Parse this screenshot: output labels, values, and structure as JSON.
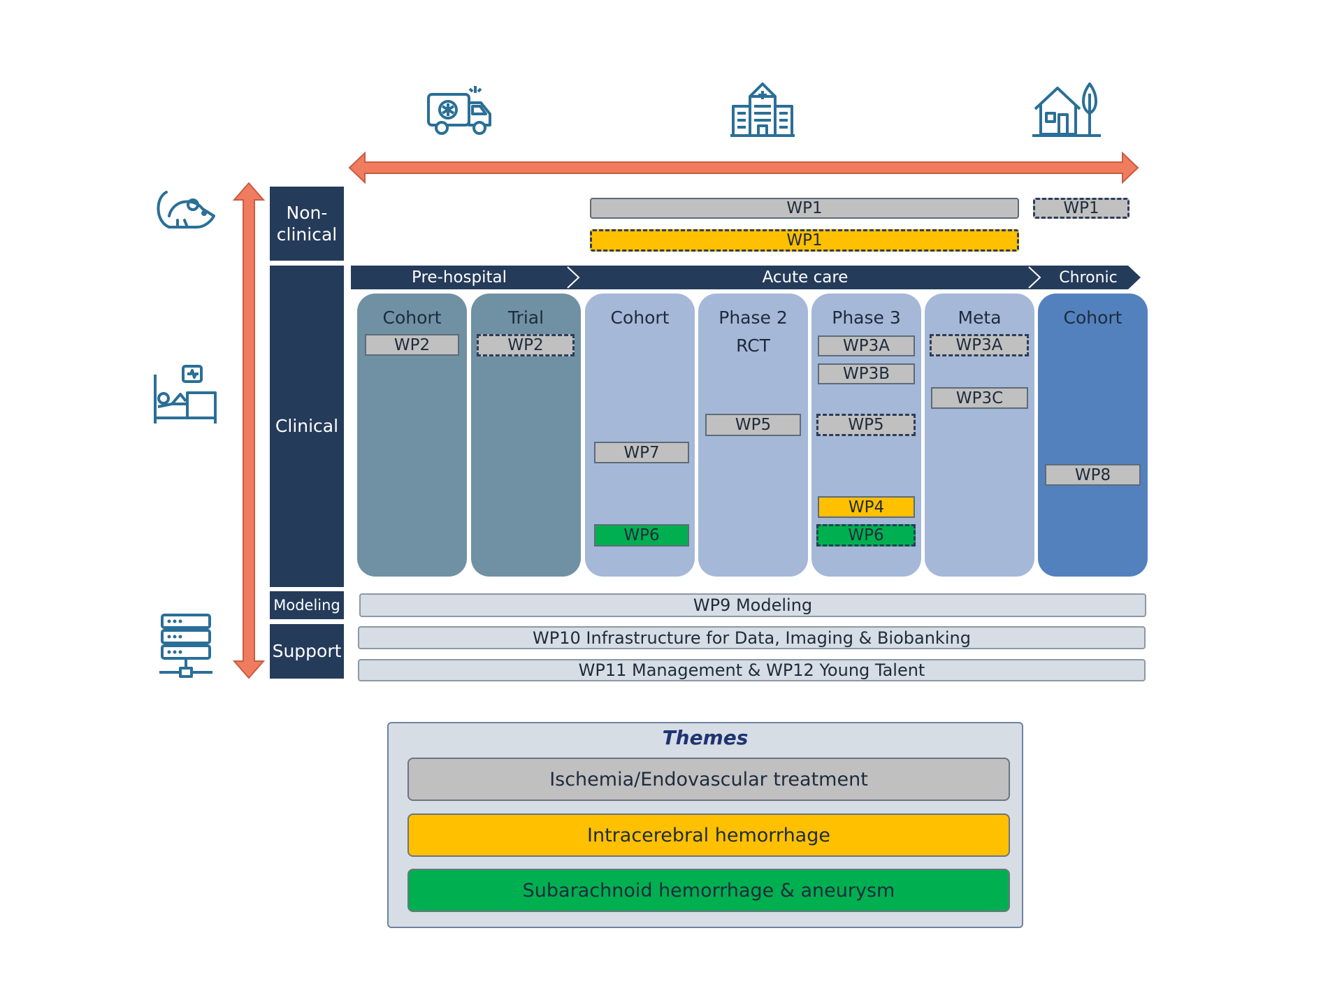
{
  "colors": {
    "navy": "#253b5a",
    "arrow": "#f07c5f",
    "grey_theme": "#c0c0c0",
    "orange_theme": "#ffc000",
    "green_theme": "#00b050",
    "prehospital_column": "#6f91a3",
    "acute_column": "#a5b8d8",
    "chronic_column": "#5381bd",
    "icon": "#2a6f97"
  },
  "icons": {
    "top": [
      "ambulance-icon",
      "hospital-icon",
      "home-icon"
    ],
    "left": [
      "rat-icon",
      "patient-bed-icon",
      "server-icon"
    ]
  },
  "rows": {
    "nonclinical": [
      "Non-",
      "clinical"
    ],
    "clinical": "Clinical",
    "modeling": "Modeling",
    "support": "Support"
  },
  "phases": {
    "prehospital": "Pre-hospital",
    "acute": "Acute care",
    "chronic": "Chronic"
  },
  "nonclinical_bars": {
    "grey_solid": "WP1",
    "grey_dashed": "WP1",
    "orange_dashed": "WP1"
  },
  "columns": [
    {
      "title": "Cohort",
      "wps": [
        {
          "label": "WP2",
          "theme": "grey",
          "style": "solid"
        }
      ]
    },
    {
      "title": "Trial",
      "wps": [
        {
          "label": "WP2",
          "theme": "grey",
          "style": "dashed"
        }
      ]
    },
    {
      "title": "Cohort",
      "wps": [
        {
          "label": "WP7",
          "theme": "grey",
          "style": "solid"
        },
        {
          "label": "WP6",
          "theme": "green",
          "style": "solid"
        }
      ]
    },
    {
      "title": "Phase 2",
      "subtitle": "RCT",
      "wps": [
        {
          "label": "WP5",
          "theme": "grey",
          "style": "solid"
        }
      ]
    },
    {
      "title": "Phase 3",
      "wps": [
        {
          "label": "WP3A",
          "theme": "grey",
          "style": "solid"
        },
        {
          "label": "WP3B",
          "theme": "grey",
          "style": "solid"
        },
        {
          "label": "WP5",
          "theme": "grey",
          "style": "dashed"
        },
        {
          "label": "WP4",
          "theme": "orange",
          "style": "solid"
        },
        {
          "label": "WP6",
          "theme": "green",
          "style": "dashed"
        }
      ]
    },
    {
      "title": "Meta",
      "wps": [
        {
          "label": "WP3A",
          "theme": "grey",
          "style": "dashed"
        },
        {
          "label": "WP3C",
          "theme": "grey",
          "style": "solid"
        }
      ]
    },
    {
      "title": "Cohort",
      "wps": [
        {
          "label": "WP8",
          "theme": "grey",
          "style": "solid"
        }
      ]
    }
  ],
  "strips": {
    "modeling": "WP9 Modeling",
    "infrastructure": "WP10 Infrastructure for Data, Imaging & Biobanking",
    "management": "WP11 Management & WP12 Young Talent"
  },
  "themes": {
    "title": "Themes",
    "items": [
      {
        "label": "Ischemia/Endovascular treatment",
        "color": "#c0c0c0"
      },
      {
        "label": "Intracerebral hemorrhage",
        "color": "#ffc000"
      },
      {
        "label": "Subarachnoid hemorrhage & aneurysm",
        "color": "#00b050"
      }
    ]
  }
}
